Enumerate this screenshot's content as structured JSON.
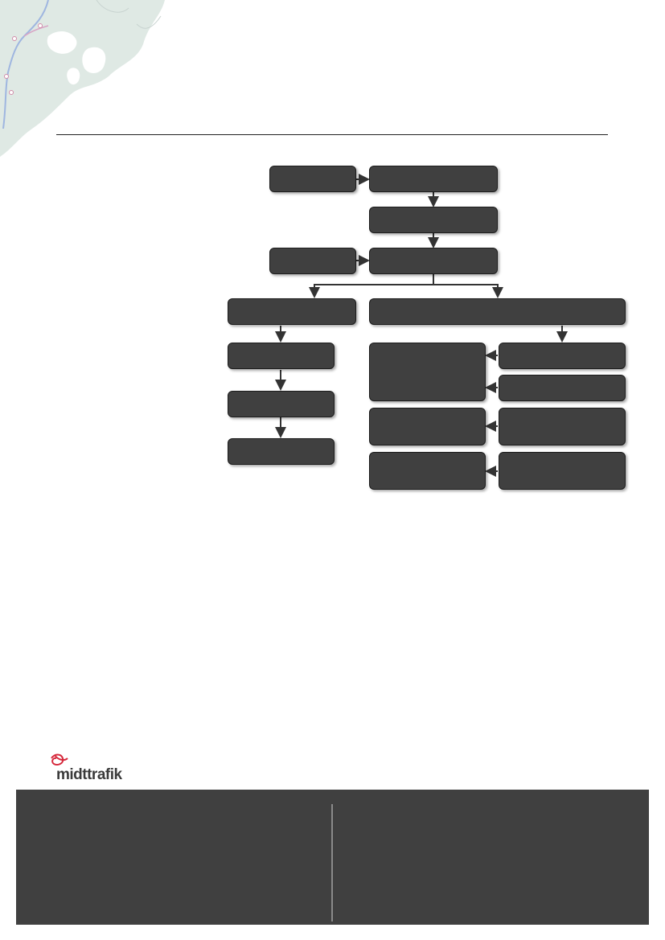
{
  "brand": {
    "name": "midttrafik",
    "color": "#d6293c"
  },
  "colors": {
    "node_fill": "#404040",
    "node_border": "#1c1c1c",
    "connector": "#333333",
    "footer": "#404040",
    "map_land": "#dfe9e4",
    "map_route": "#9fb6e0"
  },
  "flowchart": {
    "nodes": [
      {
        "id": "n1",
        "label": ""
      },
      {
        "id": "n2",
        "label": ""
      },
      {
        "id": "n3",
        "label": ""
      },
      {
        "id": "n4",
        "label": ""
      },
      {
        "id": "n5",
        "label": ""
      },
      {
        "id": "n6",
        "label": ""
      },
      {
        "id": "n7",
        "label": ""
      },
      {
        "id": "n8",
        "label": ""
      },
      {
        "id": "n9",
        "label": ""
      },
      {
        "id": "n10",
        "label": ""
      },
      {
        "id": "n11",
        "label": ""
      },
      {
        "id": "n12",
        "label": ""
      },
      {
        "id": "n13",
        "label": ""
      },
      {
        "id": "n14",
        "label": ""
      },
      {
        "id": "n15",
        "label": ""
      },
      {
        "id": "n16",
        "label": ""
      },
      {
        "id": "n17",
        "label": ""
      }
    ],
    "edges": [
      [
        "n1",
        "n2"
      ],
      [
        "n2",
        "n3"
      ],
      [
        "n3",
        "n5"
      ],
      [
        "n4",
        "n5"
      ],
      [
        "n5",
        "n6"
      ],
      [
        "n5",
        "n7"
      ],
      [
        "n6",
        "n8"
      ],
      [
        "n8",
        "n9"
      ],
      [
        "n9",
        "n10"
      ],
      [
        "n7",
        "n12"
      ],
      [
        "n12",
        "n11"
      ],
      [
        "n13",
        "n11"
      ],
      [
        "n15",
        "n14"
      ],
      [
        "n17",
        "n16"
      ]
    ]
  },
  "footer": {
    "left_text": "",
    "right_text": ""
  }
}
